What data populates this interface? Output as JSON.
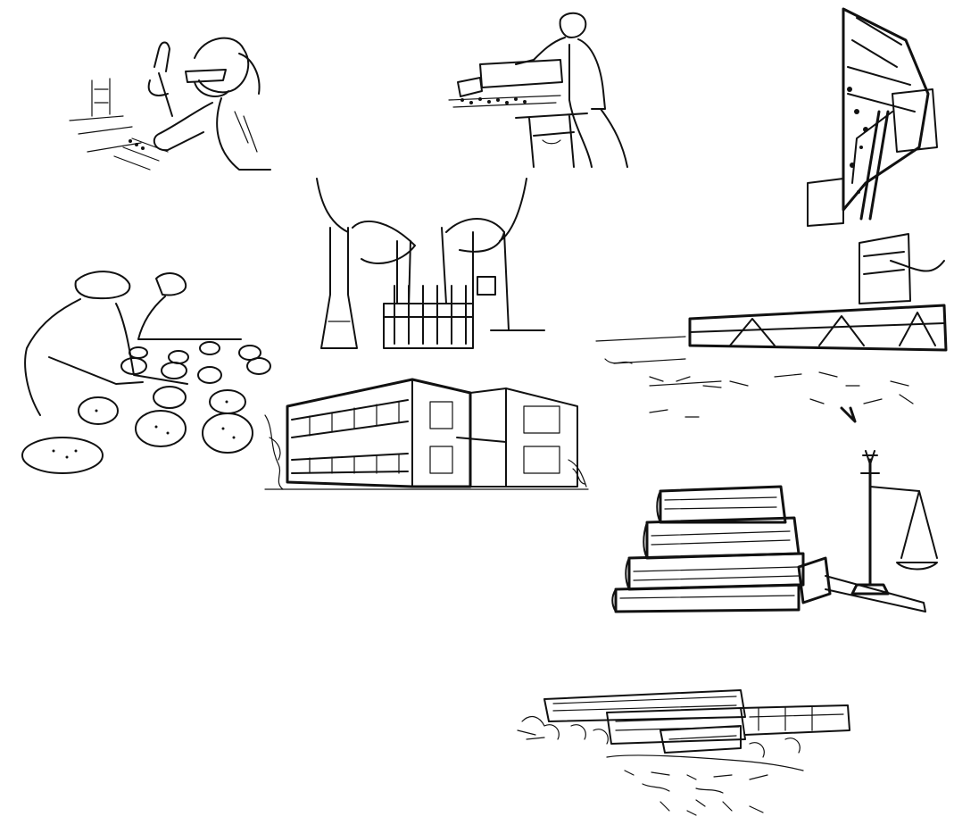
{
  "canvas": {
    "background": "#ffffff",
    "ink": "#111111"
  },
  "illustrations": [
    {
      "id": "lab-pipette-worker",
      "icon": "scientist-with-pipette"
    },
    {
      "id": "conveyor-sorting-worker",
      "icon": "worker-at-conveyor"
    },
    {
      "id": "harvest-machine",
      "icon": "harvester-machinery"
    },
    {
      "id": "test-tube-rack",
      "icon": "test-tubes-and-flask"
    },
    {
      "id": "bakers-with-bread",
      "icon": "bakers-brushing-loaves"
    },
    {
      "id": "office-building",
      "icon": "modern-building"
    },
    {
      "id": "irrigation-field",
      "icon": "field-irrigation-system"
    },
    {
      "id": "law-books-scales",
      "icon": "books-gavel-scales"
    },
    {
      "id": "campus-aerial",
      "icon": "campus-aerial-view"
    }
  ]
}
